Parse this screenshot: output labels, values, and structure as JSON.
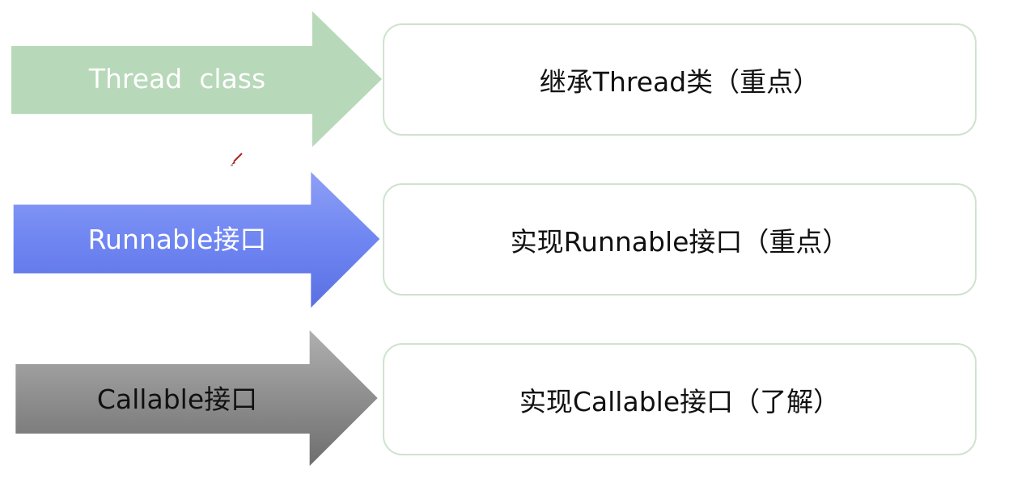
{
  "rows": [
    {
      "arrow_label": "Thread  class",
      "box_text": "继承Thread类（重点）",
      "arrow_color": "#b7d8b9",
      "arrow_text_color": "#ffffff"
    },
    {
      "arrow_label": "Runnable接口",
      "box_text": "实现Runnable接口（重点）",
      "arrow_color": "#6f86f2",
      "arrow_text_color": "#ffffff"
    },
    {
      "arrow_label": "Callable接口",
      "box_text": "实现Callable接口（了解）",
      "arrow_color": "#8e8e8e",
      "arrow_text_color": "#111111"
    }
  ],
  "box_border_color": "#cfe3cf",
  "cursor_icon": "pen-cursor-icon"
}
